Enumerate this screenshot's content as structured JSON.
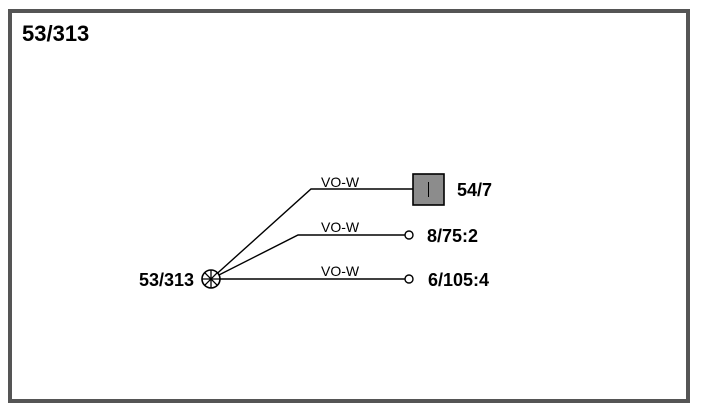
{
  "title": "53/313",
  "colors": {
    "background": "#ffffff",
    "frame": "#555555",
    "line": "#000000",
    "terminal_fill": "#8c8c8c"
  },
  "source": {
    "label": "53/313",
    "icon": "crossed-circle-node-icon"
  },
  "connections": [
    {
      "wire_label": "VO-W",
      "target_label": "54/7",
      "target_icon": "square-terminal-icon"
    },
    {
      "wire_label": "VO-W",
      "target_label": "8/75:2",
      "target_icon": "open-circle-terminal-icon"
    },
    {
      "wire_label": "VO-W",
      "target_label": "6/105:4",
      "target_icon": "open-circle-terminal-icon"
    }
  ]
}
